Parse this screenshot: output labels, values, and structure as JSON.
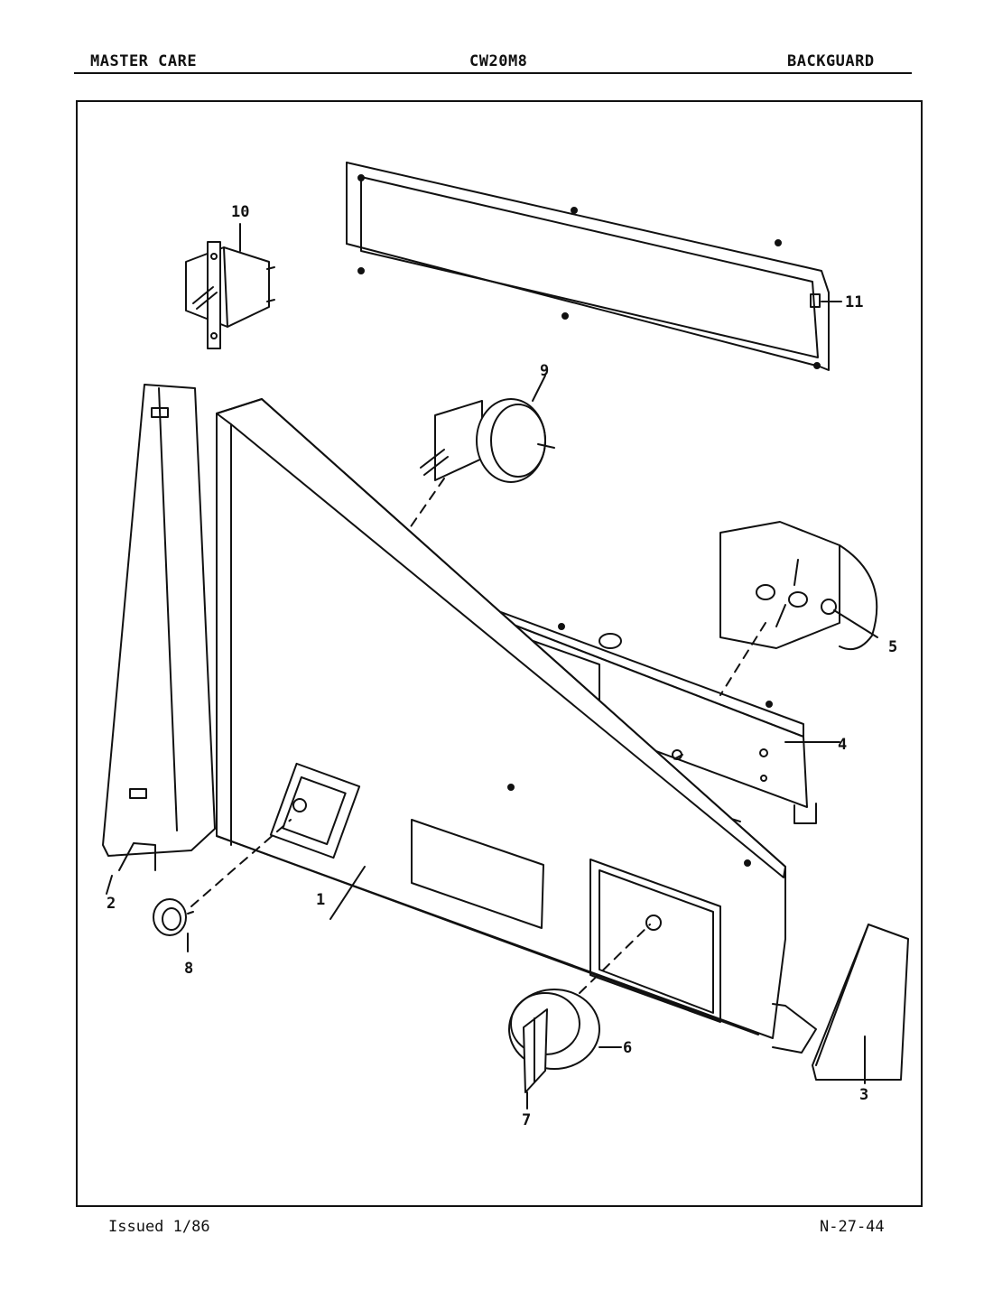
{
  "header": {
    "left": "MASTER CARE",
    "center": "CW20M8",
    "right": "BACKGUARD"
  },
  "footer": {
    "left": "Issued 1/86",
    "right": "N-27-44"
  },
  "callouts": [
    "1",
    "2",
    "3",
    "4",
    "5",
    "6",
    "7",
    "8",
    "9",
    "10",
    "11"
  ]
}
